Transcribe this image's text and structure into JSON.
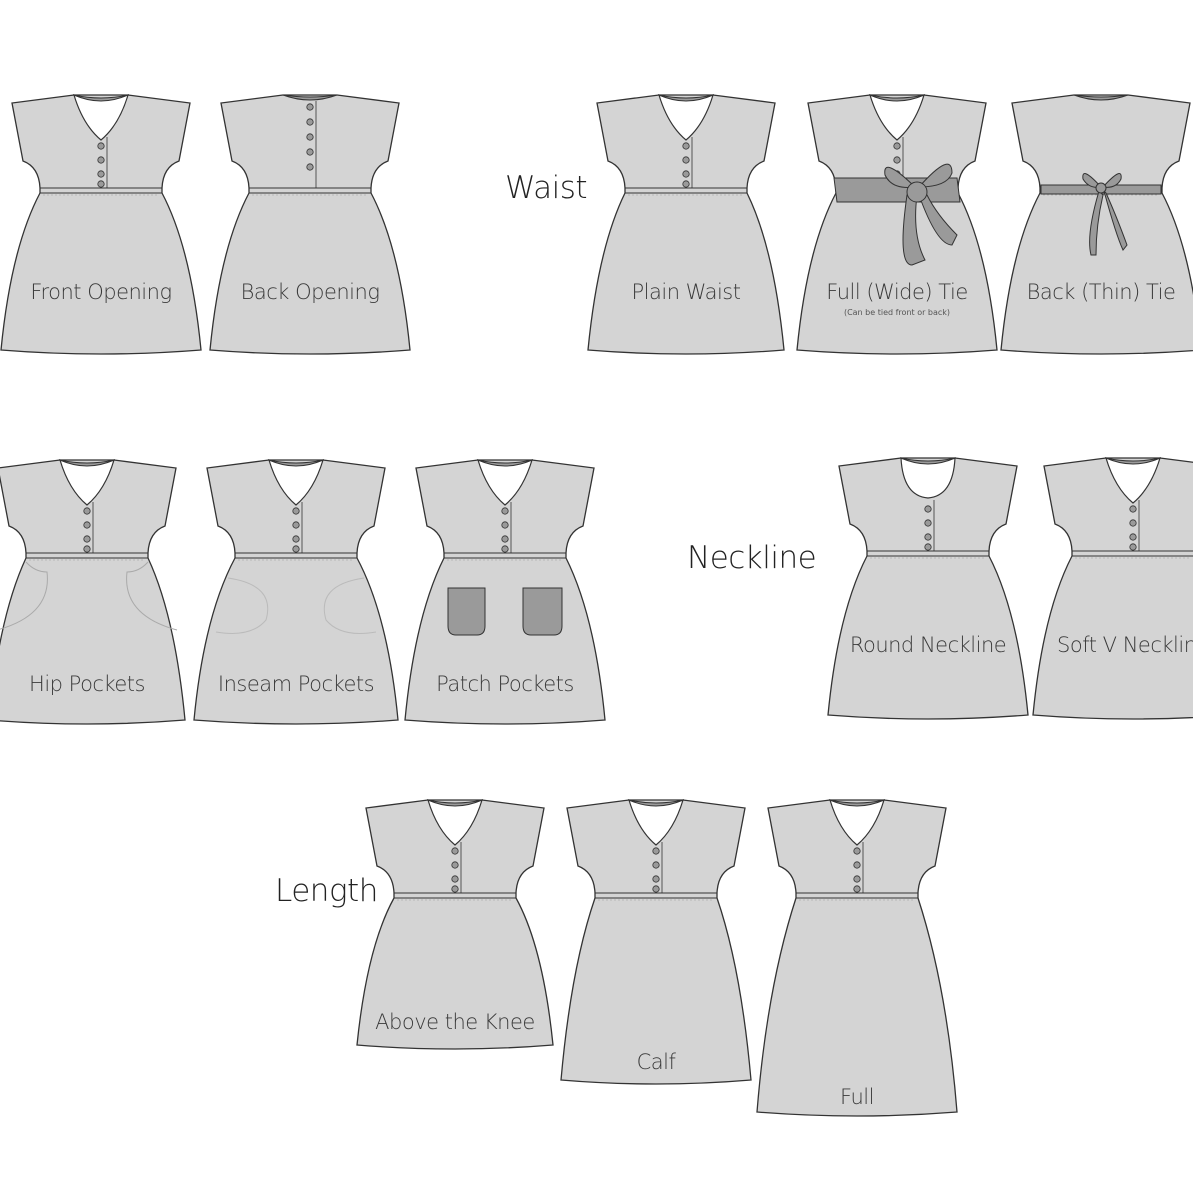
{
  "headings": {
    "waist": "Waist",
    "neckline": "Neckline",
    "length": "Length"
  },
  "dresses": [
    {
      "label": "Front Opening",
      "neck": "v",
      "buttons": "front"
    },
    {
      "label": "Back Opening",
      "neck": "back",
      "buttons": "back"
    },
    {
      "label": "Plain Waist",
      "neck": "v",
      "buttons": "front"
    },
    {
      "label": "Full (Wide) Tie",
      "sublabel": "(Can be tied front or back)",
      "neck": "v",
      "buttons": "front",
      "tie": "wide"
    },
    {
      "label": "Back (Thin) Tie",
      "neck": "back",
      "buttons": "none",
      "tie": "thin"
    },
    {
      "label": "Hip Pockets",
      "neck": "v",
      "buttons": "front",
      "pockets": "hip"
    },
    {
      "label": "Inseam Pockets",
      "neck": "v",
      "buttons": "front",
      "pockets": "inseam"
    },
    {
      "label": "Patch Pockets",
      "neck": "v",
      "buttons": "front",
      "pockets": "patch"
    },
    {
      "label": "Round Neckline",
      "neck": "round",
      "buttons": "front"
    },
    {
      "label": "Soft V Neckline",
      "neck": "v",
      "buttons": "front"
    },
    {
      "label": "Above the Knee",
      "neck": "v",
      "buttons": "front"
    },
    {
      "label": "Calf",
      "neck": "v",
      "buttons": "front"
    },
    {
      "label": "Full",
      "neck": "v",
      "buttons": "front"
    }
  ],
  "colors": {
    "fabric": "#d4d4d4",
    "trim": "#9a9a9a",
    "outline": "#333333",
    "text": "#3a3a3a"
  }
}
